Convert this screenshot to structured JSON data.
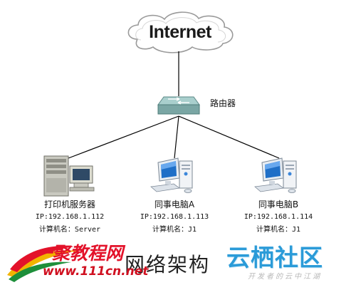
{
  "diagram": {
    "cloud_label": "Internet",
    "router_label": "路由器",
    "nodes": [
      {
        "name": "打印机服务器",
        "ip": "IP:192.168.1.112",
        "hostname": "计算机名：Server",
        "icon": "server-icon"
      },
      {
        "name": "同事电脑A",
        "ip": "IP:192.168.1.113",
        "hostname": "计算机名：J1",
        "icon": "desktop-computer-icon"
      },
      {
        "name": "同事电脑B",
        "ip": "IP:192.168.1.114",
        "hostname": "计算机名：J1",
        "icon": "desktop-computer-icon"
      }
    ],
    "caption": "网络架构"
  },
  "watermarks": {
    "left_brand": "一聚教程网",
    "left_url": "www.111cn.net",
    "right_brand": "云栖社区",
    "right_tagline": "开发者的云中江湖"
  },
  "colors": {
    "cloud_stroke": "#9a9a9a",
    "router_body": "#8fb7b6",
    "brand_red": "#e3122a",
    "brand_blue": "#2b9bd8"
  }
}
